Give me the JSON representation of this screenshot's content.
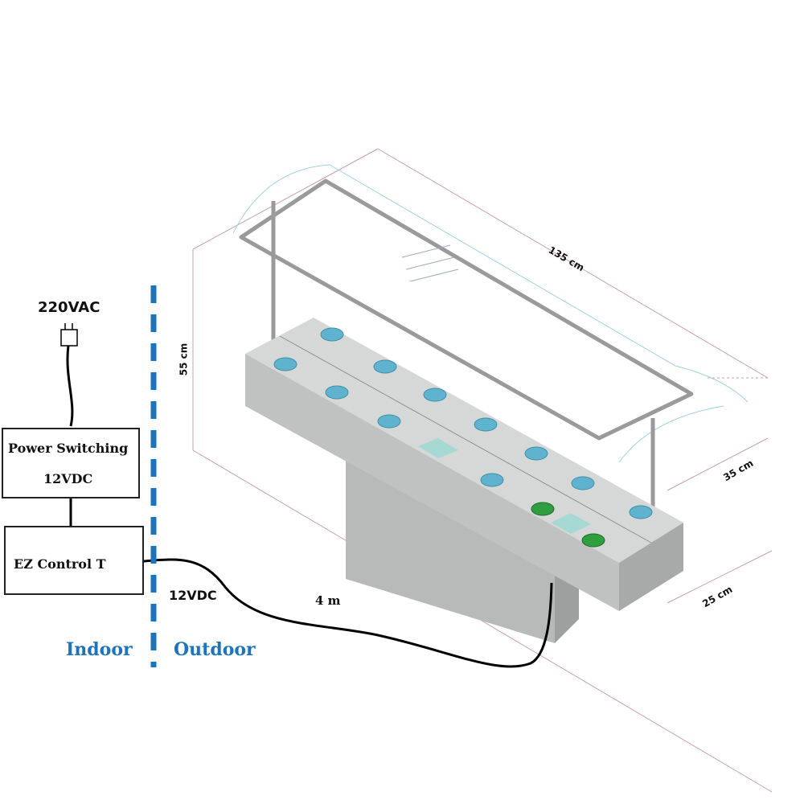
{
  "diagram": {
    "power_source": {
      "label": "220VAC",
      "icon": "power-plug-icon"
    },
    "power_switching": {
      "line1": "Power Switching",
      "line2": "12VDC"
    },
    "controller": {
      "label": "EZ Control T"
    },
    "cable": {
      "voltage_label": "12VDC",
      "length_label": "4 m"
    },
    "zones": {
      "indoor": "Indoor",
      "outdoor": "Outdoor"
    },
    "dimensions": {
      "length": "135 cm",
      "height": "55 cm",
      "depth_top": "35 cm",
      "depth_bottom": "25 cm"
    },
    "colors": {
      "zone_blue": "#1e73be",
      "cup_blue": "#5fb3cf",
      "cup_green": "#2e9e3e",
      "body_gray": "#c9cbcc"
    }
  }
}
